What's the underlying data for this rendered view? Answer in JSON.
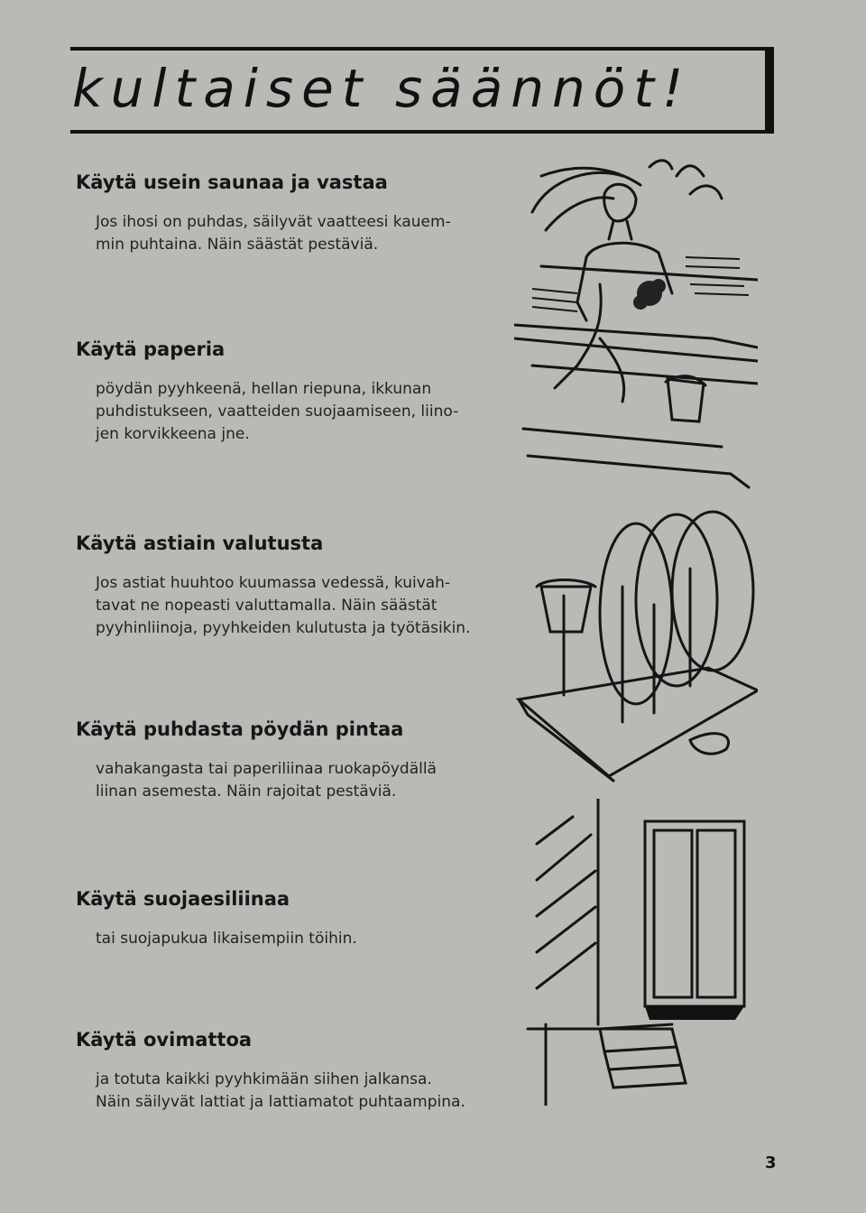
{
  "title": "kultaiset säännöt!",
  "sections": [
    {
      "heading": "Käytä usein saunaa ja vastaa",
      "lines": [
        "Jos ihosi on puhdas, säilyvät vaatteesi kauem-",
        "min puhtaina. Näin säästät pestäviä."
      ]
    },
    {
      "heading": "Käytä paperia",
      "lines": [
        "pöydän pyyhkeenä, hellan riepuna, ikkunan",
        "puhdistukseen, vaatteiden suojaamiseen, liino-",
        "jen korvikkeena jne."
      ]
    },
    {
      "heading": "Käytä astiain valutusta",
      "lines": [
        "Jos astiat huuhtoo kuumassa vedessä, kuivah-",
        "tavat ne nopeasti valuttamalla. Näin säästät",
        "pyyhinliinoja, pyyhkeiden kulutusta ja työtäsikin."
      ]
    },
    {
      "heading": "Käytä puhdasta pöydän pintaa",
      "lines": [
        "vahakangasta tai paperiliinaa ruokapöydällä",
        "liinan asemesta. Näin rajoitat pestäviä."
      ]
    },
    {
      "heading": "Käytä suojaesiliinaa",
      "lines": [
        "tai suojapukua likaisempiin töihin."
      ]
    },
    {
      "heading": "Käytä ovimattoa",
      "lines": [
        "ja totuta kaikki pyyhkimään siihen jalkansa.",
        "Näin säilyvät lattiat ja lattiamatot puhtaampina."
      ]
    }
  ],
  "page_number": "3",
  "illustrations": [
    "sauna-illustration",
    "dish-rack-illustration",
    "doorway-illustration"
  ]
}
